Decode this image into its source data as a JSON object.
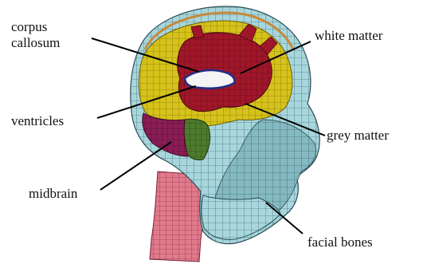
{
  "diagram": {
    "labels": {
      "corpus_callosum_line1": "corpus",
      "corpus_callosum_line2": "callosum",
      "white_matter": "white matter",
      "ventricles": "ventricles",
      "grey_matter": "grey matter",
      "midbrain": "midbrain",
      "facial_bones": "facial bones"
    },
    "colors": {
      "skull": "#a7d6dc",
      "skull_dark": "#5f9aa3",
      "mesh_line": "#2b4d55",
      "scalp_edge": "#c7893a",
      "grey_matter": "#d6c21a",
      "white_matter": "#a0172a",
      "ventricles": "#f4f4f4",
      "ventricle_edge": "#1f2e8a",
      "midbrain": "#8a1d55",
      "brainstem": "#4d7a2c",
      "neck": "#e07a8c",
      "leader_line": "#000000"
    }
  }
}
